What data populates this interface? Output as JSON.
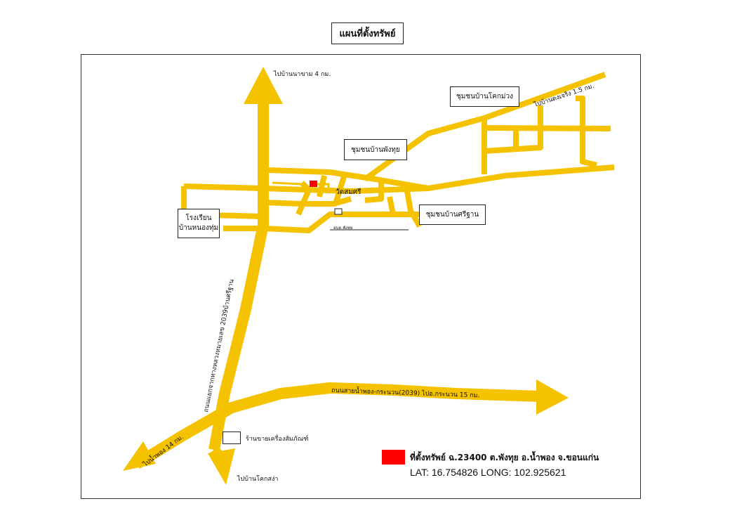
{
  "title": "แผนที่ตั้งทรัพย์",
  "colors": {
    "road": "#f5c200",
    "property_marker": "#ff0000",
    "frame": "#333333"
  },
  "labels": {
    "to_na_kham": "ไปบ้านนาขาม 4 กม.",
    "community_khok_muang": "ชุมชนบ้านโคกม่วง",
    "to_dong_kheng": "ไปบ้านดงเจริง 1.5 กม.",
    "community_phang_thui": "ชุมชนบ้านพังทุย",
    "wat_somsri": "วัดสมศรี",
    "community_sri_than": "ชุมชนบ้านศรีฐาน",
    "sao_phang_thui": "อบต.พังทุย",
    "school_line1": "โรงเรียน",
    "school_line2": "บ้านหนองทุ่ม",
    "road_2039_to_sri_than": "ถนนแยกจากทางหลวงหมายเลข 2039บ้านศรีฐาน",
    "road_nam_phong_kranuan": "ถนนสายน้ำพอง-กระนวน(2039) ไปอ.กระนวน 15 กม.",
    "to_nam_phong": "ไปน้ำพอง 14 กม.",
    "agri_shop": "ร้านขายเครื่องสัมภัณฑ์",
    "to_khok_sa_at": "ไปบ้านโคกสง่า"
  },
  "legend": {
    "property_text": "ที่ตั้งทรัพย์  ฉ.23400 ต.พังทุย อ.น้ำพอง จ.ขอนแก่น",
    "coords_text": "LAT: 16.754826 LONG: 102.925621",
    "lat": 16.754826,
    "long": 102.925621
  }
}
